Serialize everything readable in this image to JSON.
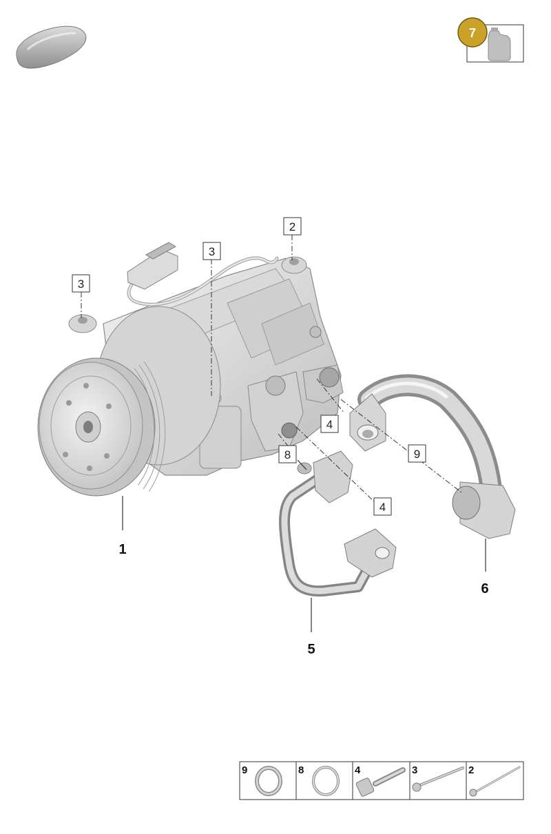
{
  "accent_badge_color": "#c9a227",
  "badge": {
    "number": "7",
    "icon": "oil-bottle-icon"
  },
  "thumbnail": {
    "icon": "car-silhouette-icon"
  },
  "callouts": {
    "c1": "1",
    "c2": "2",
    "c3a": "3",
    "c3b": "3",
    "c4a": "4",
    "c4b": "4",
    "c5": "5",
    "c6": "6",
    "c8": "8",
    "c9": "9"
  },
  "legend": [
    {
      "number": "9",
      "icon": "o-ring-icon"
    },
    {
      "number": "8",
      "icon": "o-ring-icon"
    },
    {
      "number": "4",
      "icon": "stud-bolt-icon"
    },
    {
      "number": "3",
      "icon": "long-bolt-icon"
    },
    {
      "number": "2",
      "icon": "long-bolt-icon"
    }
  ]
}
